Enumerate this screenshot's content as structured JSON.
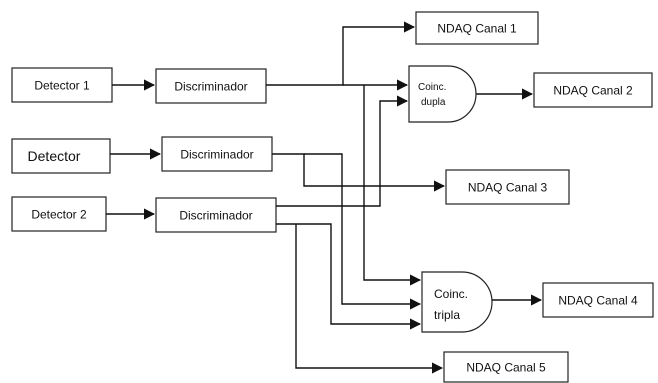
{
  "blocks": {
    "detector1": "Detector 1",
    "detector": "Detector",
    "detector2": "Detector 2",
    "disc1": "Discriminador",
    "disc_mid": "Discriminador",
    "disc2": "Discriminador",
    "ndaq1": "NDAQ Canal 1",
    "ndaq2": "NDAQ Canal 2",
    "ndaq3": "NDAQ Canal 3",
    "ndaq4": "NDAQ Canal 4",
    "ndaq5": "NDAQ Canal 5"
  },
  "gates": {
    "dupla_line1": "Coinc.",
    "dupla_line2": "dupla",
    "tripla_line1": "Coinc.",
    "tripla_line2": "tripla"
  },
  "colors": {
    "stroke": "#111111",
    "background": "#ffffff"
  }
}
